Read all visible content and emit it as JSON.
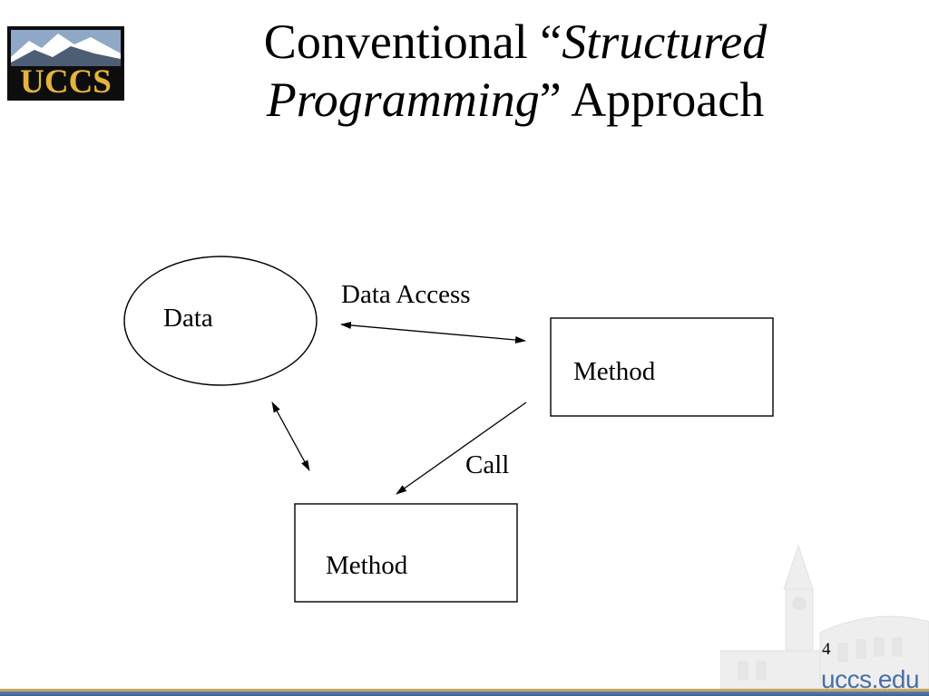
{
  "logo": {
    "text": "UCCS"
  },
  "title": {
    "part1": "Conventional “",
    "part2_italic": "Structured Programming",
    "part3": "” Approach"
  },
  "diagram": {
    "data_label": "Data",
    "method_right_label": "Method",
    "method_bottom_label": "Method",
    "data_access_label": "Data Access",
    "call_label": "Call"
  },
  "page_number": "4",
  "footer": {
    "url": "uccs.edu"
  },
  "colors": {
    "logo_gold": "#e3b43c",
    "logo_bg": "#0d0d0d",
    "url_blue": "#4a6fa5",
    "footer_gold": "#c9a85a",
    "footer_blue": "#3d5f91"
  }
}
